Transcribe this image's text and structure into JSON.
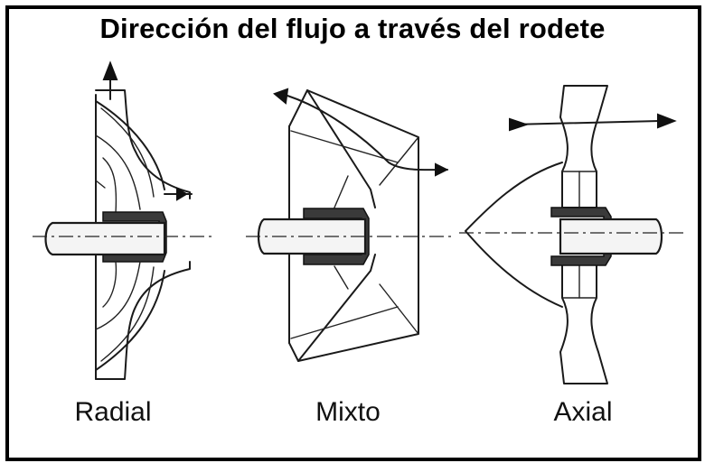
{
  "title": "Dirección del flujo a través del rodete",
  "impellers": [
    {
      "id": "radial",
      "label": "Radial"
    },
    {
      "id": "mixto",
      "label": "Mixto"
    },
    {
      "id": "axial",
      "label": "Axial"
    }
  ],
  "colors": {
    "line": "#1a1a1a",
    "background": "#ffffff",
    "border": "#000000"
  }
}
